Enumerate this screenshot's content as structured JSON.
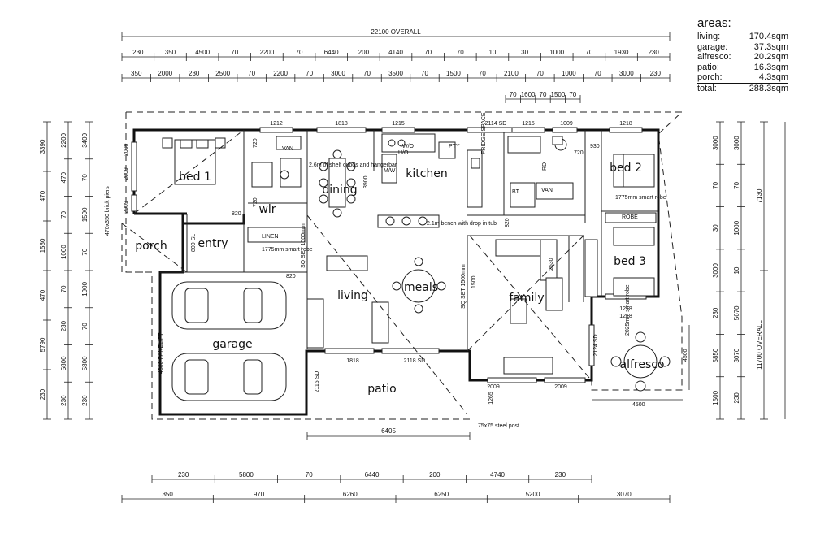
{
  "areas": {
    "title": "areas:",
    "rows": [
      {
        "label": "living:",
        "value": "170.4sqm"
      },
      {
        "label": "garage:",
        "value": "37.3sqm"
      },
      {
        "label": "alfresco:",
        "value": "20.2sqm"
      },
      {
        "label": "patio:",
        "value": "16.3sqm"
      },
      {
        "label": "porch:",
        "value": "4.3sqm"
      },
      {
        "label": "total:",
        "value": "288.3sqm"
      }
    ]
  },
  "rooms": {
    "bed1": "bed 1",
    "bed2": "bed 2",
    "bed3": "bed 3",
    "wlr": "wlr",
    "dining": "dining",
    "kitchen": "kitchen",
    "porch": "porch",
    "entry": "entry",
    "garage": "garage",
    "living": "living",
    "meals": "meals",
    "family": "family",
    "patio": "patio",
    "alfresco": "alfresco"
  },
  "top_dims": {
    "overall": "22100 OVERALL",
    "row1": [
      "230",
      "350",
      "4500",
      "70",
      "2200",
      "70",
      "6440",
      "200",
      "4140",
      "70",
      "70",
      "10",
      "30",
      "1000",
      "70",
      "1930",
      "230"
    ],
    "row2": [
      "350",
      "2000",
      "230",
      "2500",
      "70",
      "2200",
      "70",
      "3000",
      "70",
      "3500",
      "70",
      "1500",
      "70",
      "2100",
      "70",
      "1000",
      "70",
      "3000",
      "230"
    ],
    "row3": [
      "70",
      "1600",
      "70",
      "1500",
      "70"
    ]
  },
  "bottom_dims": {
    "row1": [
      "230",
      "5800",
      "70",
      "6440",
      "200",
      "4740",
      "230"
    ],
    "row2": [
      "350",
      "970",
      "6260",
      "6250",
      "5200",
      "3070"
    ],
    "patio": "6405",
    "post": "75x75 steel post"
  },
  "left_dims": {
    "col1": [
      "3390",
      "470",
      "1580",
      "470",
      "5790",
      "230"
    ],
    "col2": [
      "2200",
      "470",
      "70",
      "1000",
      "70",
      "230",
      "5800",
      "230"
    ],
    "col3": [
      "3400",
      "70",
      "1500",
      "70",
      "1900",
      "70",
      "5800",
      "230"
    ]
  },
  "right_dims": {
    "col1": [
      "3000",
      "70",
      "30",
      "3000",
      "230",
      "5850",
      "1500"
    ],
    "col2": [
      "3000",
      "70",
      "1000",
      "10",
      "5670",
      "3070",
      "230"
    ],
    "col3": [
      "7130",
      "11700 OVERALL"
    ]
  },
  "window_dims": [
    "1212",
    "1818",
    "1215",
    "2114 SD",
    "1215",
    "1009",
    "1218",
    "2009",
    "2009",
    "1818",
    "2118 SD",
    "2009",
    "2009",
    "1218",
    "2124 SD",
    "2115 SD",
    "1265",
    "1218"
  ],
  "notes": {
    "bed1_piers": "470x350 brick piers",
    "linen": "LINEN",
    "robe_bed1": "1775mm smart robe",
    "shelves": "2.6m of shelf cubds and hangerbar",
    "bench": "2.1m bench with drop in tub",
    "pty": "PTY",
    "space_fridge": "FRIDGE SPACE",
    "robe_bed2": "1775mm smart robe",
    "robe_label": "ROBE",
    "robe_bed3": "2025mm smart robe",
    "robe_v": "ROBE",
    "panelift": "4800 PANELIFT",
    "sqset1": "SQ SET 1000mm",
    "sqset2": "SQ SET 1500mm",
    "van1": "VAN",
    "van2": "VAN",
    "d720a": "720",
    "d720b": "720",
    "d820a": "820",
    "d820b": "820",
    "d820c": "820",
    "d720c": "720",
    "d930": "930",
    "d2530": "2530",
    "d3900": "3900",
    "d2009a": "2009",
    "d4500a": "4500",
    "d4500b": "4500",
    "d1500": "1500",
    "d800": "800 SL",
    "uo": "U/O",
    "rd": "RD",
    "bt": "BT",
    "mw": "M/W",
    "wo": "W/O"
  }
}
